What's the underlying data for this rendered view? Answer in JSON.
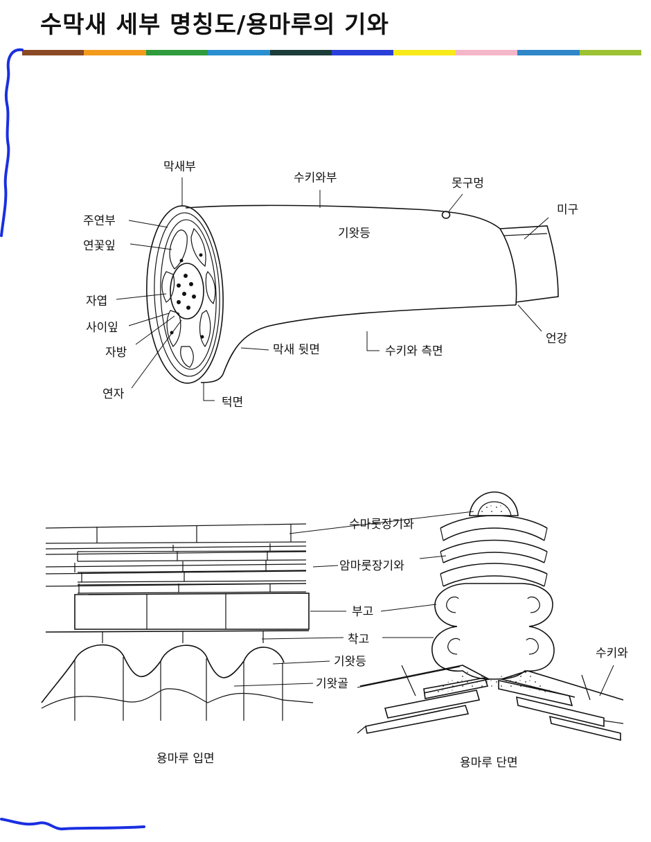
{
  "title": "수막새 세부 명칭도/용마루의 기와",
  "color_bar": [
    "#8b4a24",
    "#f39b1c",
    "#2f9b3c",
    "#2a8fd0",
    "#1c3c3a",
    "#2a3fd8",
    "#f8ea18",
    "#f4b6c8",
    "#2f86c8",
    "#9cc234"
  ],
  "tile_labels": {
    "maksaebu": "막새부",
    "sukiwabu": "수키와부",
    "motgumeong": "못구멍",
    "migu": "미구",
    "juyeonbu": "주연부",
    "yeonkkotip": "연꽃잎",
    "giwatdeung": "기왓등",
    "jayeop": "자엽",
    "saiip": "사이잎",
    "jabang": "자방",
    "yeonja": "연자",
    "teokmyeon": "턱면",
    "maksae_dwitmyeon": "막새 뒷면",
    "sukiwa_cheukmyeon": "수키와 측면",
    "eongang": "언강"
  },
  "ridge_labels": {
    "sumarut": "수마룻장기와",
    "ammarut": "암마룻장기와",
    "bugo": "부고",
    "chakgo": "착고",
    "giwatdeung": "기왓등",
    "giwatgol": "기왓골",
    "sukiwa": "수키와"
  },
  "captions": {
    "elevation": "용마루 입면",
    "section": "용마루 단면"
  }
}
